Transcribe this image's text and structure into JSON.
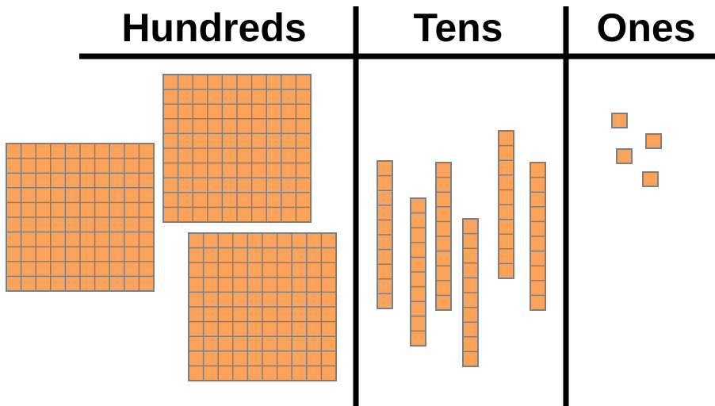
{
  "columns": [
    {
      "key": "hundreds",
      "label": "Hundreds",
      "count": 3
    },
    {
      "key": "tens",
      "label": "Tens",
      "count": 6
    },
    {
      "key": "ones",
      "label": "Ones",
      "count": 4
    }
  ],
  "colors": {
    "block_fill": "#FBA35A",
    "grid_line": "#7F7F7F",
    "divider": "#000000"
  }
}
